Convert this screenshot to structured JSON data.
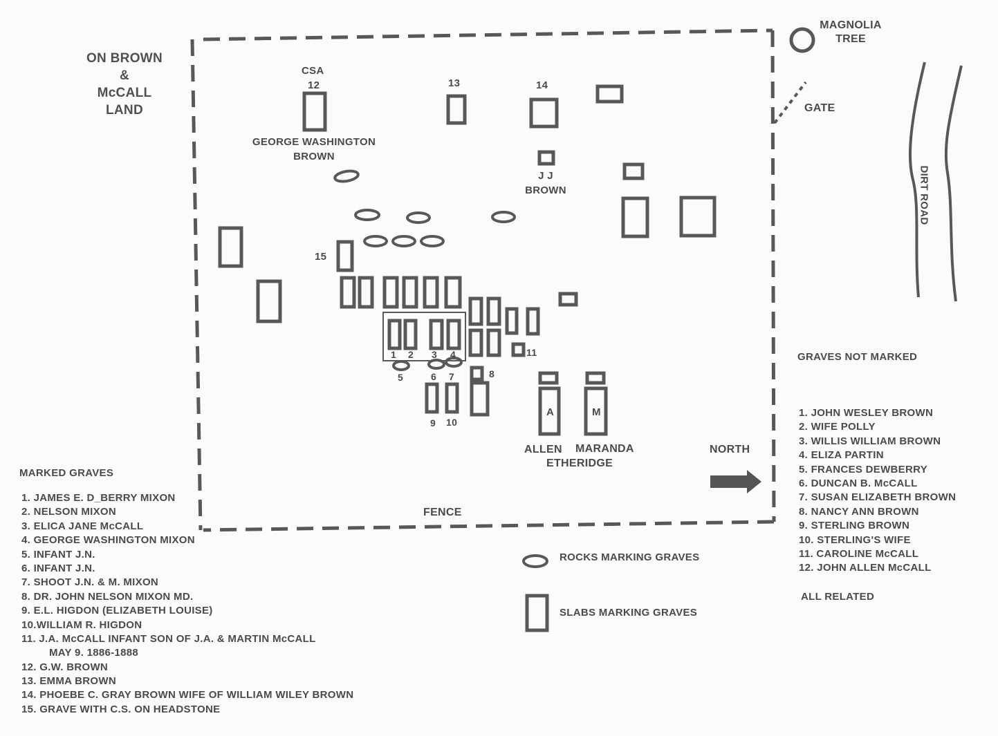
{
  "property_label": [
    "ON BROWN",
    "&",
    "McCALL",
    "LAND"
  ],
  "magnolia_label": [
    "MAGNOLIA",
    "TREE"
  ],
  "gate_label": "GATE",
  "road_label": "DIRT ROAD",
  "fence_label": "FENCE",
  "north_label": "NORTH",
  "grave_labels": {
    "csa": "CSA",
    "n12": "12",
    "n13": "13",
    "n14": "14",
    "n15": "15",
    "gwb": [
      "GEORGE WASHINGTON",
      "BROWN"
    ],
    "jj": [
      "J J",
      "BROWN"
    ],
    "allen": "ALLEN",
    "maranda": "MARANDA",
    "etheridge": "ETHERIDGE",
    "a": "A",
    "m": "M",
    "n1": "1",
    "n2": "2",
    "n3": "3",
    "n4": "4",
    "n5": "5",
    "n6": "6",
    "n7": "7",
    "n8": "8",
    "n9": "9",
    "n10": "10",
    "n11": "11"
  },
  "marked_graves": {
    "title": "MARKED GRAVES",
    "items": [
      "1. JAMES E. D_BERRY MIXON",
      "2. NELSON MIXON",
      "3. ELICA JANE McCALL",
      "4. GEORGE WASHINGTON MIXON",
      "5. INFANT J.N.",
      "6. INFANT J.N.",
      "7. SHOOT J.N. & M. MIXON",
      "8. DR. JOHN NELSON MIXON MD.",
      "9. E.L. HIGDON (ELIZABETH LOUISE)",
      "10.WILLIAM R. HIGDON",
      "11. J.A. McCALL INFANT SON OF J.A. & MARTIN McCALL",
      "MAY 9. 1886-1888",
      "12. G.W. BROWN",
      "13. EMMA BROWN",
      "14. PHOEBE C. GRAY BROWN WIFE OF WILLIAM WILEY BROWN",
      "15. GRAVE WITH C.S. ON HEADSTONE"
    ]
  },
  "unmarked_graves": {
    "title": "GRAVES NOT MARKED",
    "items": [
      "1. JOHN WESLEY BROWN",
      "2. WIFE POLLY",
      "3. WILLIS WILLIAM BROWN",
      "4. ELIZA PARTIN",
      "5. FRANCES DEWBERRY",
      "6. DUNCAN B. McCALL",
      "7. SUSAN ELIZABETH BROWN",
      "8. NANCY ANN BROWN",
      "9. STERLING BROWN",
      "10. STERLING'S WIFE",
      "11. CAROLINE McCALL",
      "12. JOHN ALLEN McCALL"
    ],
    "footer": "ALL RELATED"
  },
  "legend": {
    "rocks": "ROCKS MARKING GRAVES",
    "slabs": "SLABS MARKING GRAVES"
  },
  "ink_color": "#555555"
}
